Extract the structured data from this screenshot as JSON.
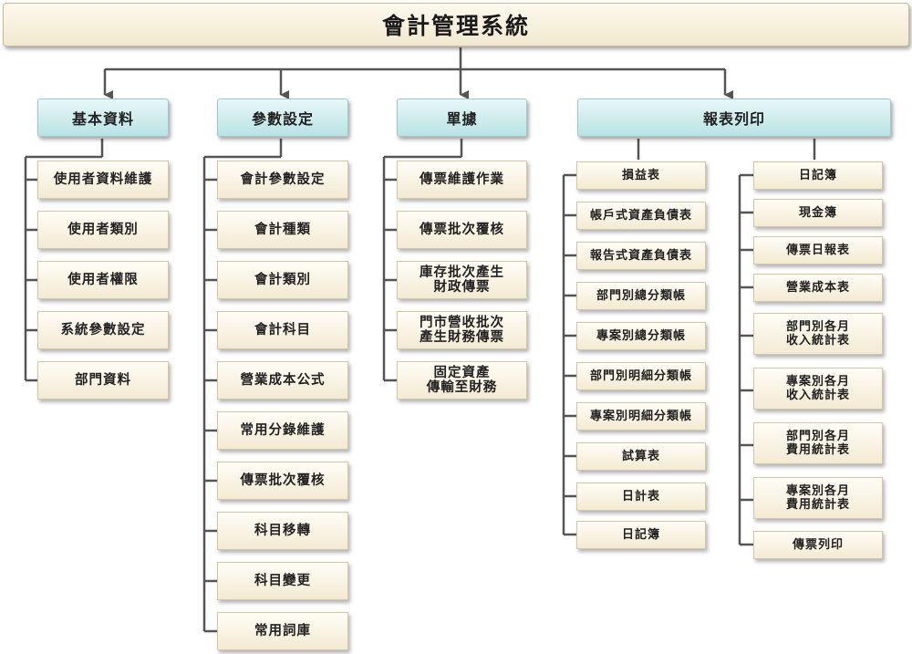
{
  "title": "會計管理系統",
  "columns": [
    {
      "header": "基本資料",
      "items": [
        "使用者資料維護",
        "使用者類別",
        "使用者權限",
        "系統參數設定",
        "部門資料"
      ]
    },
    {
      "header": "參數設定",
      "items": [
        "會計參數設定",
        "會計種類",
        "會計類別",
        "會計科目",
        "營業成本公式",
        "常用分錄維護",
        "傳票批次覆核",
        "科目移轉",
        "科目變更",
        "常用詞庫"
      ]
    },
    {
      "header": "單據",
      "items": [
        "傳票維護作業",
        "傳票批次覆核",
        "庫存批次產生\n財政傳票",
        "門市營收批次\n產生財務傳票",
        "固定資產\n傳輸至財務"
      ]
    },
    {
      "header": "報表列印",
      "sub_a": [
        "損益表",
        "帳戶式資產負債表",
        "報告式資產負債表",
        "部門別總分類帳",
        "專案別總分類帳",
        "部門別明細分類帳",
        "專案別明細分類帳",
        "試算表",
        "日計表",
        "日記簿"
      ],
      "sub_b": [
        "日記簿",
        "現金簿",
        "傳票日報表",
        "營業成本表",
        "部門別各月\n收入統計表",
        "專案別各月\n收入統計表",
        "部門別各月\n費用統計表",
        "專案別各月\n費用統計表",
        "傳票列印"
      ]
    }
  ]
}
